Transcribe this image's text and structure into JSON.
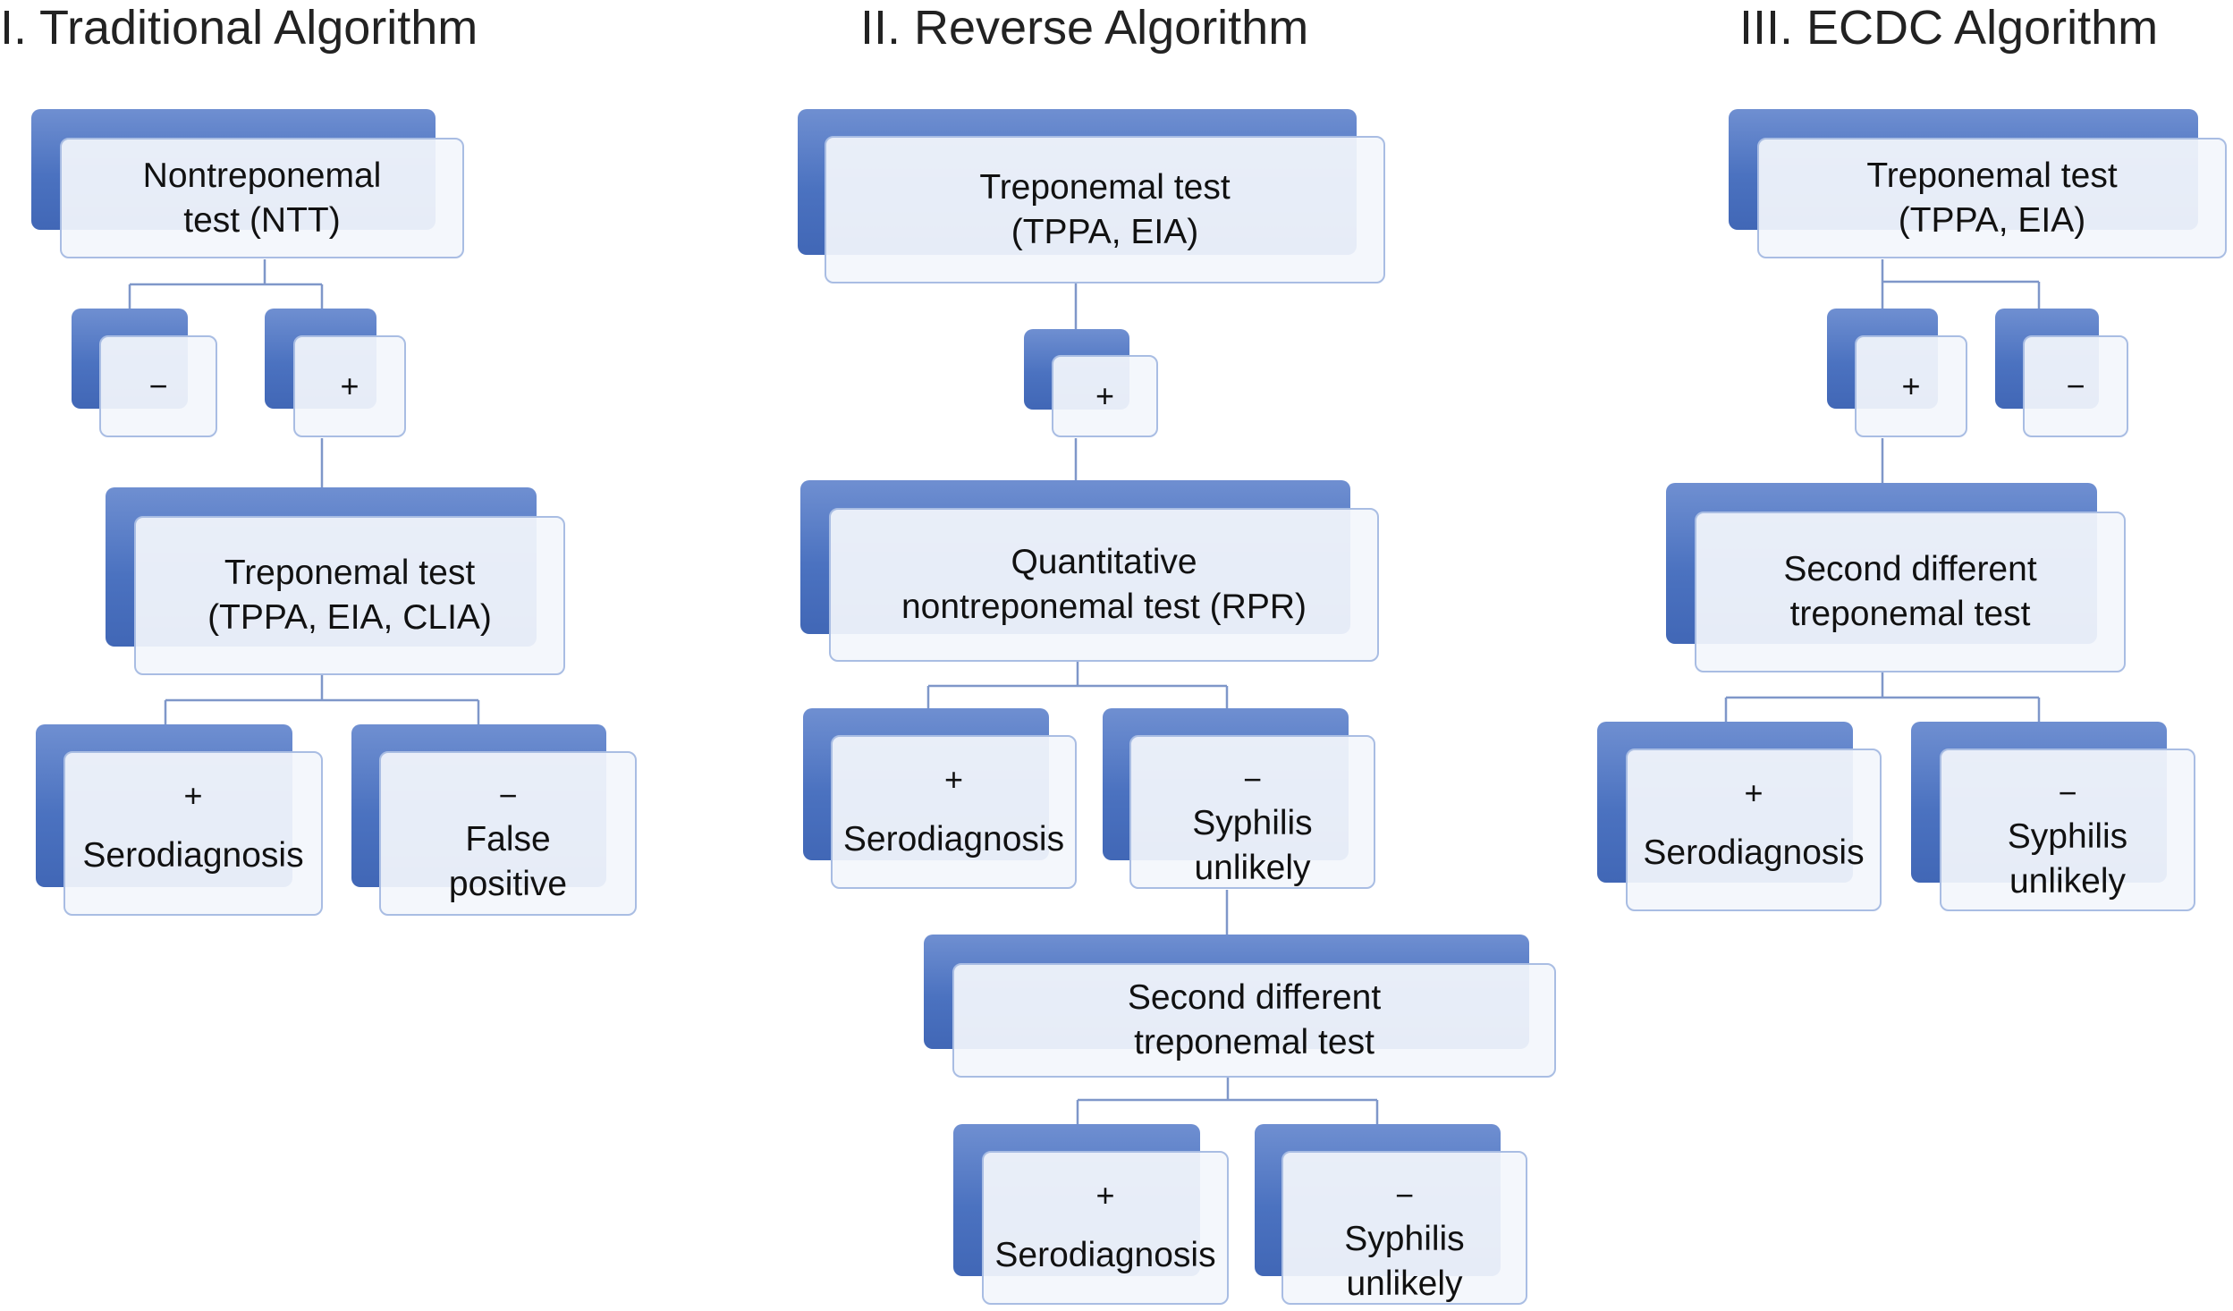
{
  "titles": {
    "traditional": "I. Traditional Algorithm",
    "reverse": "II. Reverse Algorithm",
    "ecdc": "III. ECDC Algorithm"
  },
  "traditional": {
    "start": [
      "Nontreponemal",
      "test (NTT)"
    ],
    "neg": "−",
    "pos": "+",
    "treponemal": [
      "Treponemal test",
      "(TPPA, EIA, CLIA)"
    ],
    "outcome_pos": {
      "sign": "+",
      "lines": [
        "Serodiagnosis"
      ]
    },
    "outcome_neg": {
      "sign": "−",
      "lines": [
        "False",
        "positive"
      ]
    }
  },
  "reverse": {
    "start": [
      "Treponemal test",
      "(TPPA, EIA)"
    ],
    "pos": "+",
    "quantitative": [
      "Quantitative",
      "nontreponemal test (RPR)"
    ],
    "outcome_pos": {
      "sign": "+",
      "lines": [
        "Serodiagnosis"
      ]
    },
    "outcome_neg": {
      "sign": "−",
      "lines": [
        "Syphilis",
        "unlikely"
      ]
    },
    "second": [
      "Second different",
      "treponemal test"
    ],
    "final_pos": {
      "sign": "+",
      "lines": [
        "Serodiagnosis"
      ]
    },
    "final_neg": {
      "sign": "−",
      "lines": [
        "Syphilis",
        "unlikely"
      ]
    }
  },
  "ecdc": {
    "start": [
      "Treponemal test",
      "(TPPA, EIA)"
    ],
    "pos": "+",
    "neg": "−",
    "second": [
      "Second different",
      "treponemal test"
    ],
    "outcome_pos": {
      "sign": "+",
      "lines": [
        "Serodiagnosis"
      ]
    },
    "outcome_neg": {
      "sign": "−",
      "lines": [
        "Syphilis",
        "unlikely"
      ]
    }
  },
  "colors": {
    "box_back": "#4b72c0",
    "box_front": "#f3f6fc",
    "box_border": "#a9bde3",
    "connector": "#7f97c9"
  }
}
